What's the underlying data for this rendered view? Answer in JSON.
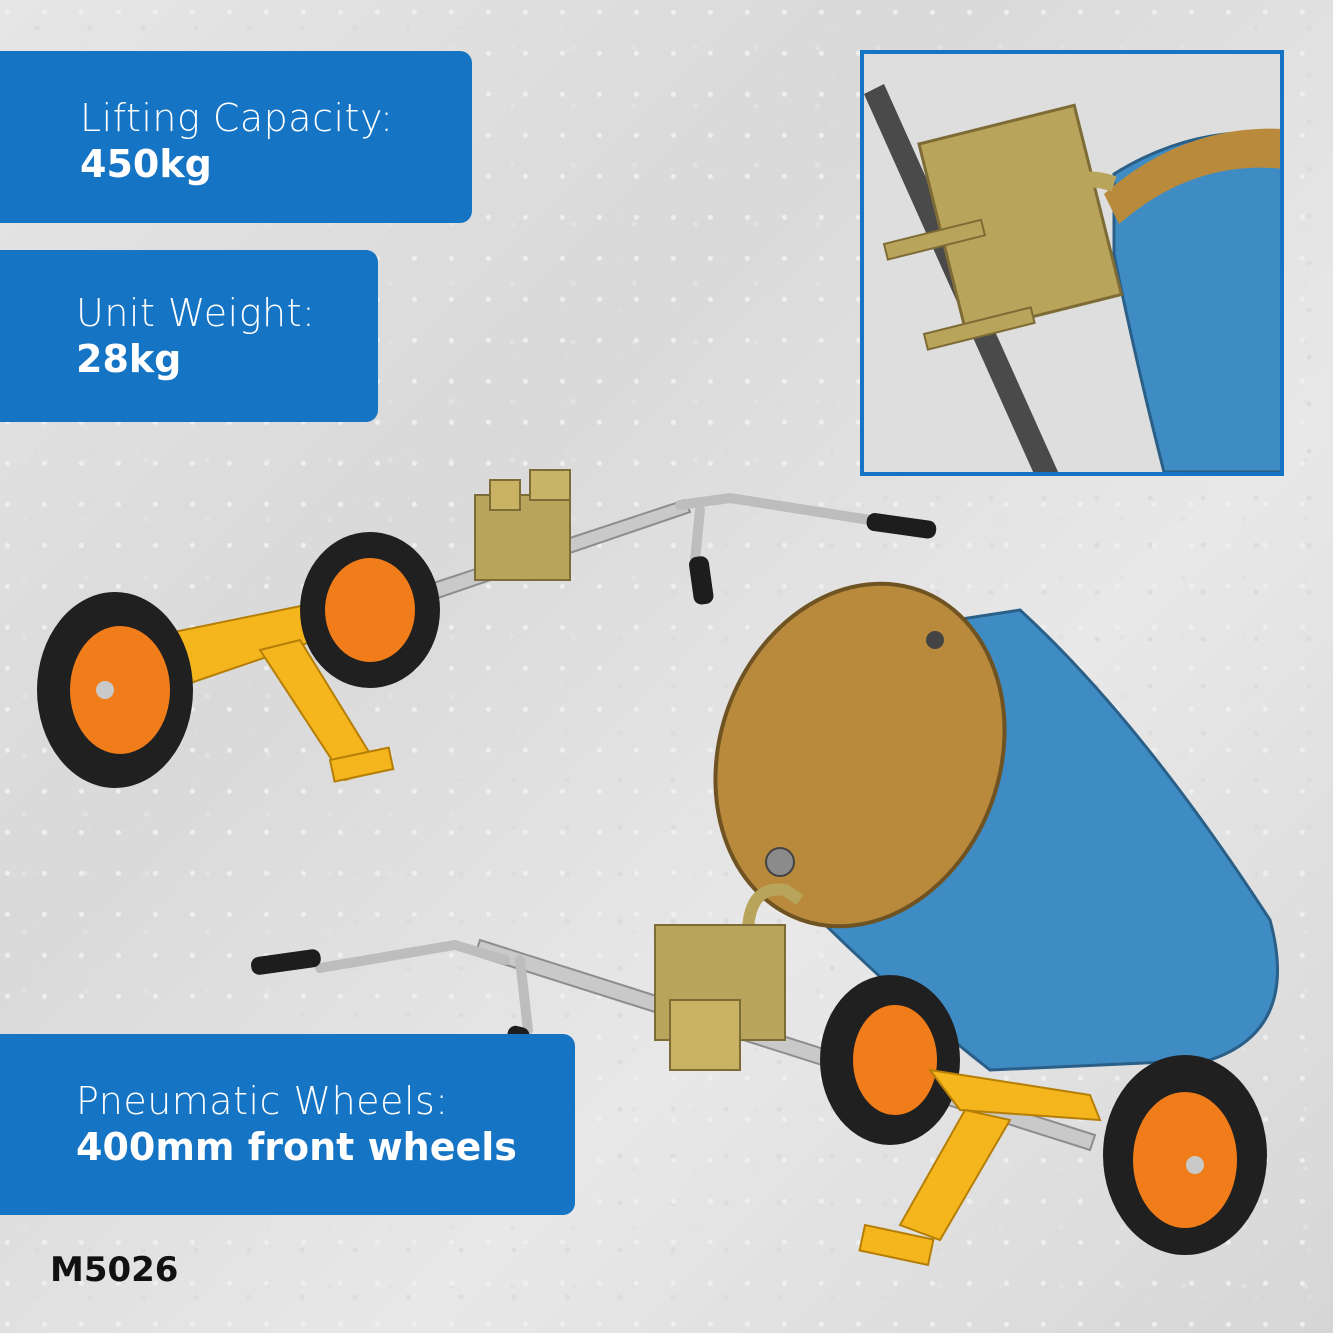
{
  "specs": [
    {
      "label": "Lifting Capacity:",
      "value": "450kg"
    },
    {
      "label": "Unit Weight:",
      "value": "28kg"
    },
    {
      "label": "Pneumatic Wheels:",
      "value": "400mm front wheels"
    }
  ],
  "sku": "M5026",
  "colors": {
    "brand_blue": "#1574c4",
    "frame_yellow": "#f5b51c",
    "wheel_orange": "#f07d1a",
    "drum_blue": "#3f8cc4",
    "drum_lid_rust": "#b98a3c"
  }
}
